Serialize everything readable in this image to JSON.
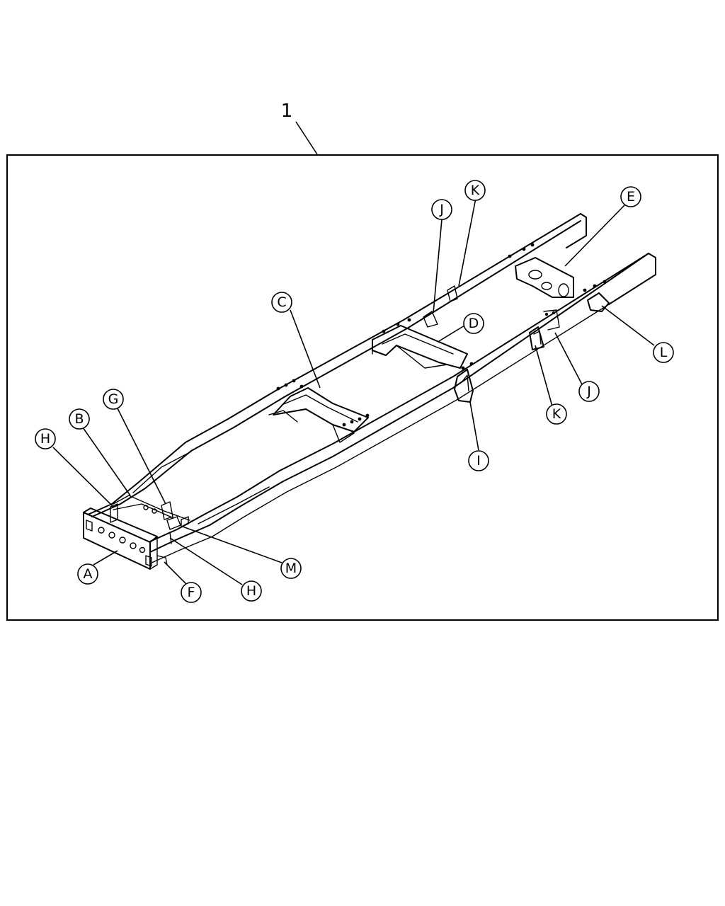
{
  "assembly": {
    "number": "1"
  },
  "callouts": {
    "A": "A",
    "B": "B",
    "C": "C",
    "D": "D",
    "E": "E",
    "F": "F",
    "G": "G",
    "H1": "H",
    "H2": "H",
    "I": "I",
    "J1": "J",
    "J2": "J",
    "K1": "K",
    "K2": "K",
    "L": "L",
    "M": "M"
  }
}
